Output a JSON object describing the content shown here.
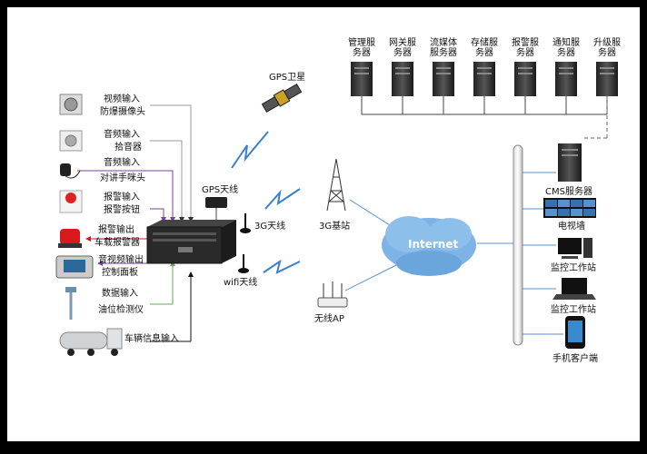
{
  "servers": [
    {
      "line1": "管理服",
      "line2": "务器"
    },
    {
      "line1": "网关服",
      "line2": "务器"
    },
    {
      "line1": "流媒体",
      "line2": "服务器"
    },
    {
      "line1": "存储服",
      "line2": "务器"
    },
    {
      "line1": "报警服",
      "line2": "务器"
    },
    {
      "line1": "通知服",
      "line2": "务器"
    },
    {
      "line1": "升级服",
      "line2": "务器"
    }
  ],
  "gps_satellite": "GPS卫星",
  "gps_antenna": "GPS天线",
  "antenna_3g": "3G天线",
  "wifi_antenna": "wifi天线",
  "base_station_3g": "3G基站",
  "wireless_ap": "无线AP",
  "internet": "Internet",
  "right_devices": {
    "cms_server": "CMS服务器",
    "tv_wall": "电视墙",
    "workstation_1": "监控工作站",
    "workstation_2": "监控工作站",
    "mobile_client": "手机客户端"
  },
  "left_inputs": [
    {
      "top": "视频输入",
      "bottom": "防爆摄像头"
    },
    {
      "top": "音频输入",
      "bottom": "拾音器"
    },
    {
      "top": "音频输入",
      "bottom": "对讲手咪头"
    },
    {
      "top": "报警输入",
      "bottom": "报警按钮"
    },
    {
      "top": "报警输出",
      "bottom": "车载报警器"
    },
    {
      "top": "音视频输出",
      "bottom": "控制面板"
    },
    {
      "top": "数据输入",
      "bottom": "油位检测仪"
    }
  ],
  "vehicle_info": "车辆信息输入",
  "colors": {
    "frame": "#000000",
    "signal_blue": "#3a7fd0",
    "purple": "#7b3fa5",
    "red": "#c0202a",
    "green": "#5cae4d",
    "cloud": "#6fa9e0"
  }
}
